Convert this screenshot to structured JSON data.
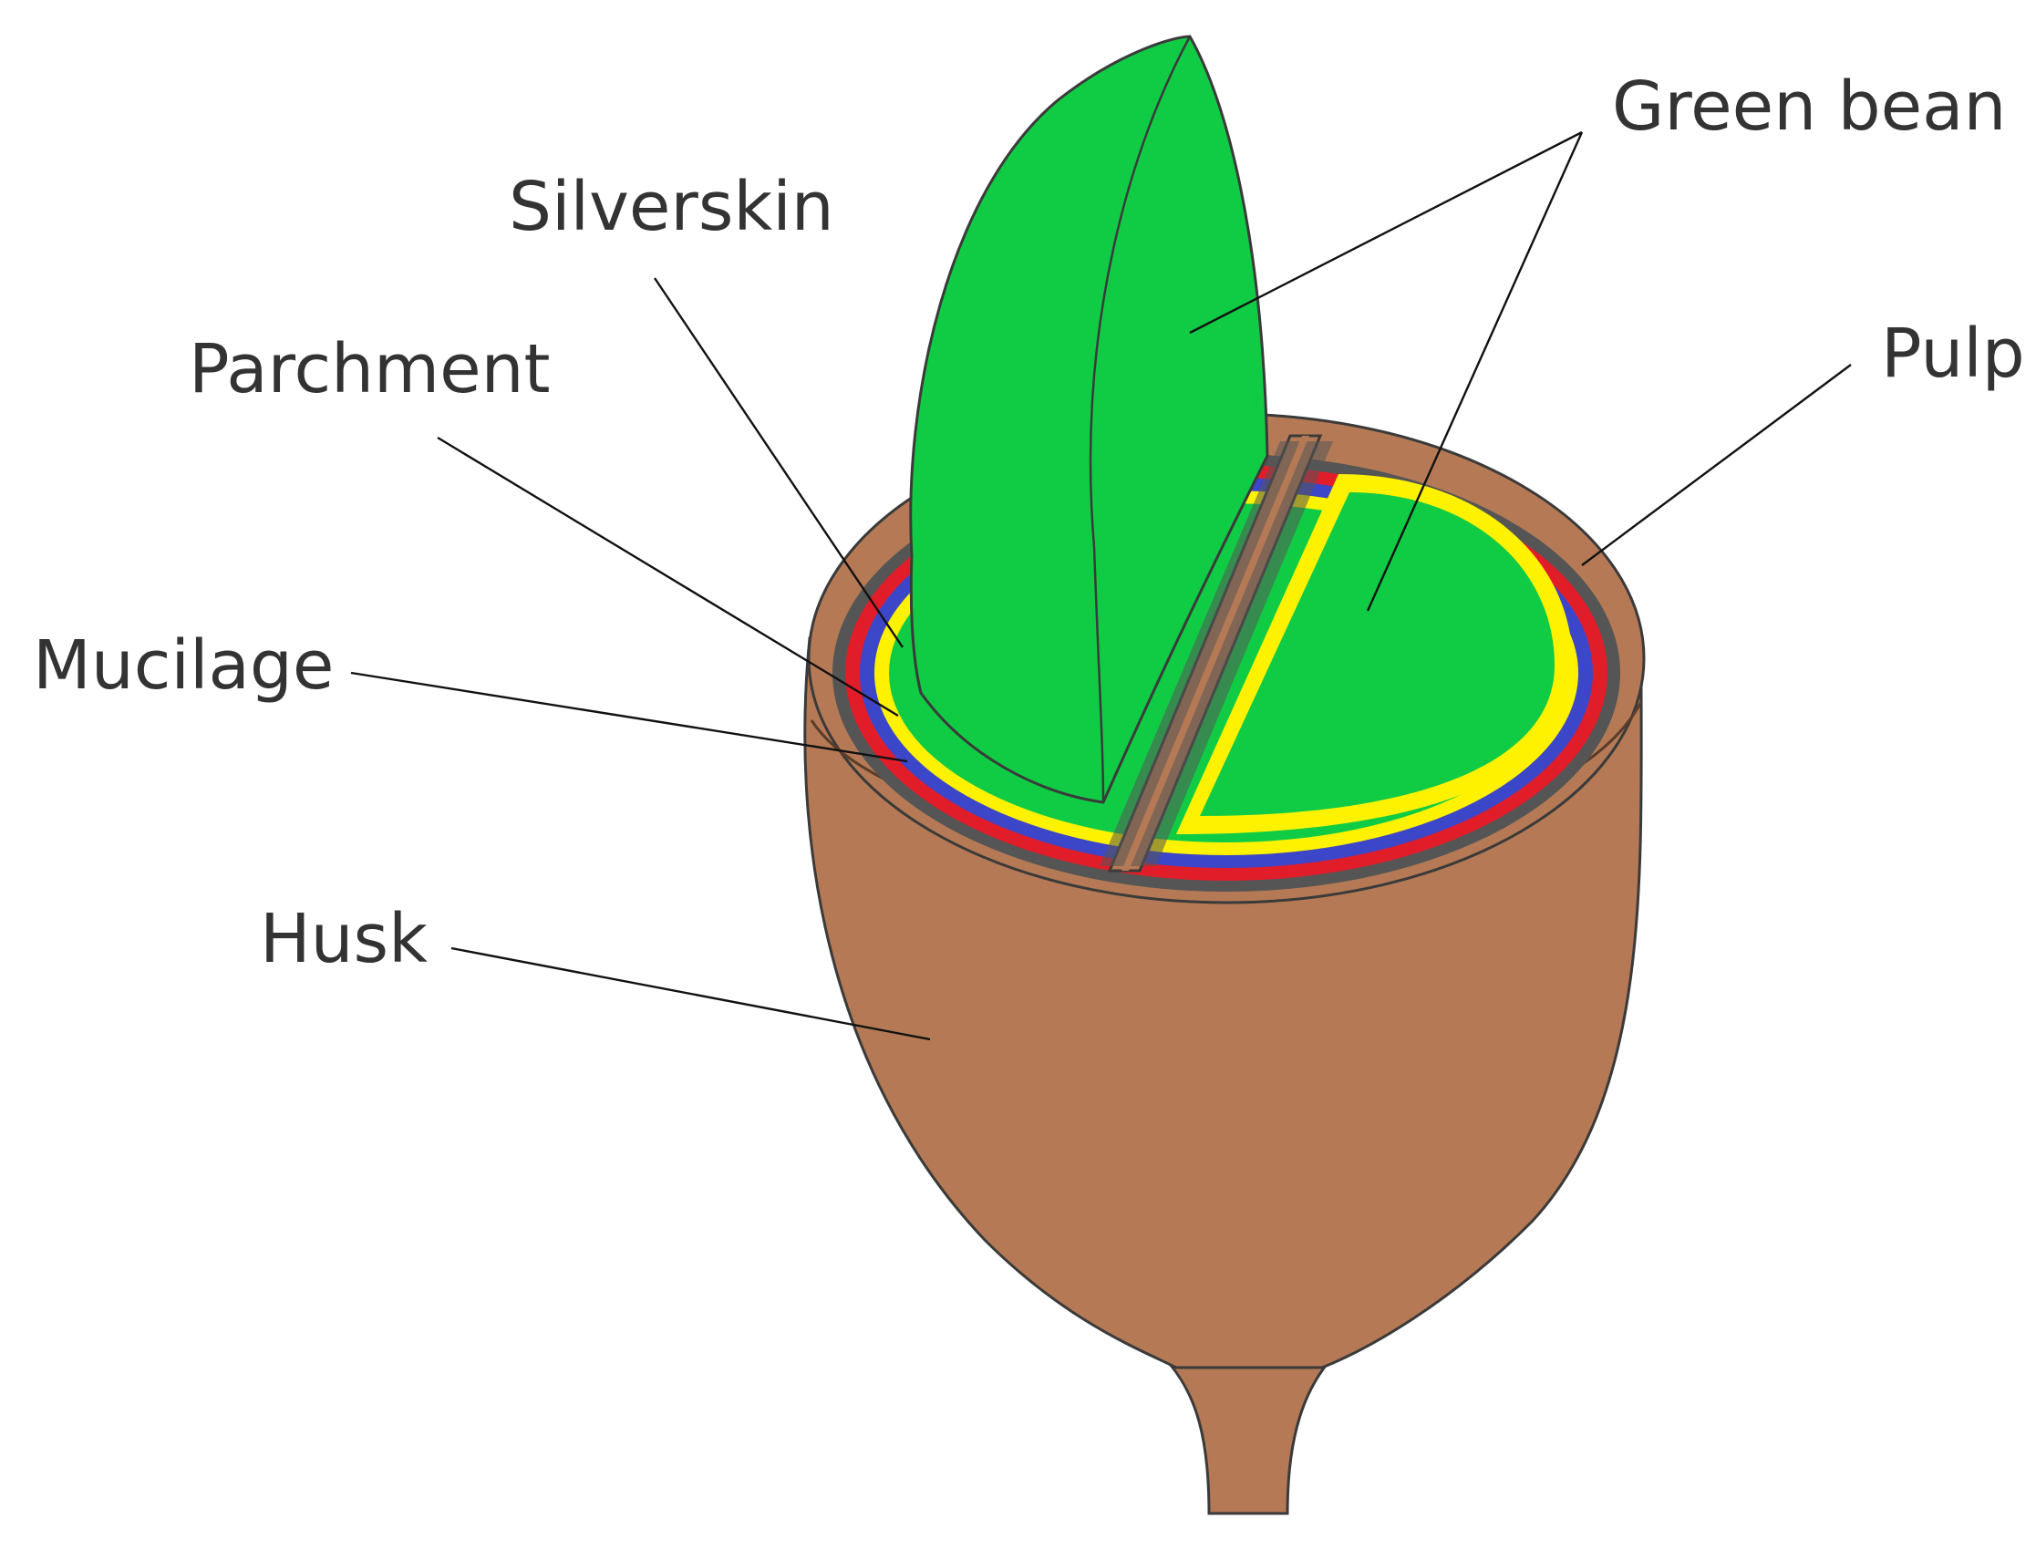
{
  "colors": {
    "husk": "#b57a55",
    "pulp": "#555555",
    "mucilage": "#e21d2a",
    "parchment": "#3c46c8",
    "silverskin": "#fff200",
    "green_bean": "#10cc45",
    "text": "#333333"
  },
  "labels": {
    "green_bean": "Green bean",
    "silverskin": "Silverskin",
    "parchment": "Parchment",
    "pulp": "Pulp",
    "mucilage": "Mucilage",
    "husk": "Husk"
  }
}
